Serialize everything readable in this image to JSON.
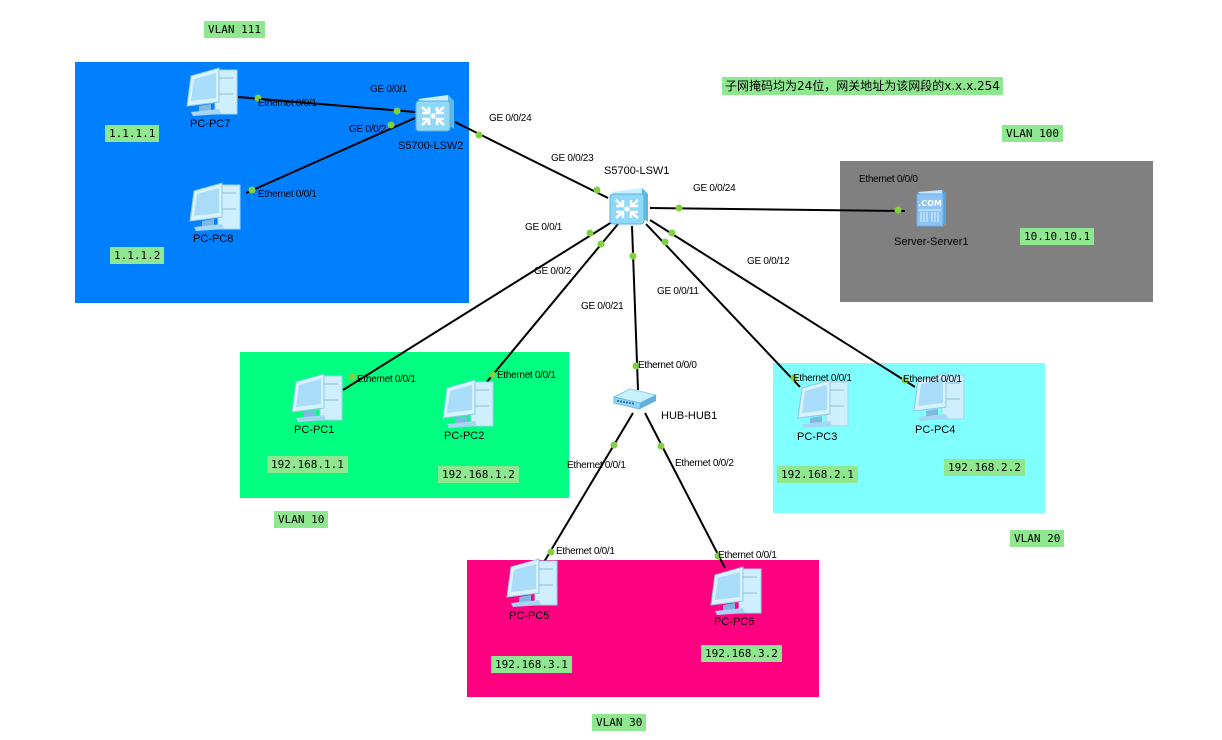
{
  "note": "子网掩码均为24位，网关地址为该网段的x.x.x.254",
  "colors": {
    "vlan111": "#0080ff",
    "vlan10": "#00ff80",
    "vlan20": "#80ffff",
    "vlan30": "#ff0080",
    "vlan100": "#808080",
    "tag_bg": "#8fe88f",
    "port_dot": "#80d040"
  },
  "vlans": [
    {
      "id": "vlan111",
      "label": "VLAN 111"
    },
    {
      "id": "vlan100",
      "label": "VLAN 100"
    },
    {
      "id": "vlan10",
      "label": "VLAN 10"
    },
    {
      "id": "vlan20",
      "label": "VLAN 20"
    },
    {
      "id": "vlan30",
      "label": "VLAN 30"
    }
  ],
  "devices": {
    "lsw1": {
      "name": "S5700-LSW1",
      "type": "switch"
    },
    "lsw2": {
      "name": "S5700-LSW2",
      "type": "switch"
    },
    "hub1": {
      "name": "HUB-HUB1",
      "type": "hub"
    },
    "server1": {
      "name": "Server-Server1",
      "type": "server",
      "ip": "10.10.10.1"
    },
    "pc1": {
      "name": "PC-PC1",
      "type": "pc",
      "ip": "192.168.1.1"
    },
    "pc2": {
      "name": "PC-PC2",
      "type": "pc",
      "ip": "192.168.1.2"
    },
    "pc3": {
      "name": "PC-PC3",
      "type": "pc",
      "ip": "192.168.2.1"
    },
    "pc4": {
      "name": "PC-PC4",
      "type": "pc",
      "ip": "192.168.2.2"
    },
    "pc5": {
      "name": "PC-PC5",
      "type": "pc",
      "ip": "192.168.3.1"
    },
    "pc6": {
      "name": "PC-PC6",
      "type": "pc",
      "ip": "192.168.3.2"
    },
    "pc7": {
      "name": "PC-PC7",
      "type": "pc",
      "ip": "1.1.1.1"
    },
    "pc8": {
      "name": "PC-PC8",
      "type": "pc",
      "ip": "1.1.1.2"
    }
  },
  "ports": {
    "lsw2_ge1": "GE 0/0/1",
    "lsw2_ge2": "GE 0/0/2",
    "lsw2_ge24": "GE 0/0/24",
    "pc7_eth": "Ethernet 0/0/1",
    "pc8_eth": "Ethernet 0/0/1",
    "lsw1_ge23": "GE 0/0/23",
    "lsw1_ge24": "GE 0/0/24",
    "lsw1_ge1": "GE 0/0/1",
    "lsw1_ge2": "GE 0/0/2",
    "lsw1_ge21": "GE 0/0/21",
    "lsw1_ge11": "GE 0/0/11",
    "lsw1_ge12": "GE 0/0/12",
    "server_eth": "Ethernet 0/0/0",
    "pc1_eth": "Ethernet 0/0/1",
    "pc2_eth": "Ethernet 0/0/1",
    "pc3_eth": "Ethernet 0/0/1",
    "pc4_eth": "Ethernet 0/0/1",
    "hub_eth0": "Ethernet 0/0/0",
    "hub_eth1": "Ethernet 0/0/1",
    "hub_eth2": "Ethernet 0/0/2",
    "pc5_eth": "Ethernet 0/0/1",
    "pc6_eth": "Ethernet 0/0/1"
  }
}
